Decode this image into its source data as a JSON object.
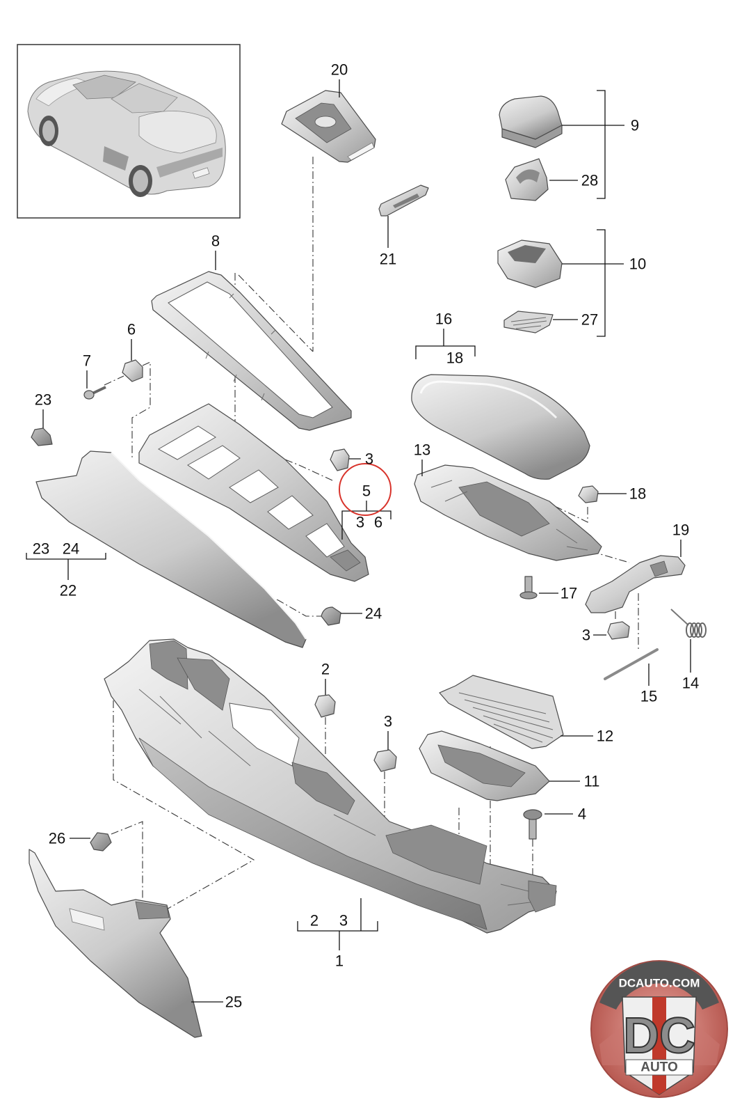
{
  "callouts": [
    "20",
    "9",
    "28",
    "21",
    "8",
    "10",
    "27",
    "6",
    "7",
    "23",
    "3",
    "13",
    "18",
    "19",
    "17",
    "24",
    "3",
    "14",
    "15",
    "2",
    "3",
    "12",
    "11",
    "4",
    "26",
    "25"
  ],
  "assemblies": [
    {
      "number": "16",
      "includes": [
        "18"
      ]
    },
    {
      "number": "5",
      "includes": [
        "3",
        "6"
      ]
    },
    {
      "number": "22",
      "includes": [
        "23",
        "24"
      ]
    },
    {
      "number": "1",
      "includes": [
        "2",
        "3"
      ]
    }
  ],
  "colors": {
    "highlight": "#d8332b",
    "part_grey": "#c8c8c8",
    "watermark_red": "#b85a52"
  },
  "watermark": {
    "site": "DCAUTO.COM",
    "monogram": "DC",
    "tagline": "AUTO"
  }
}
